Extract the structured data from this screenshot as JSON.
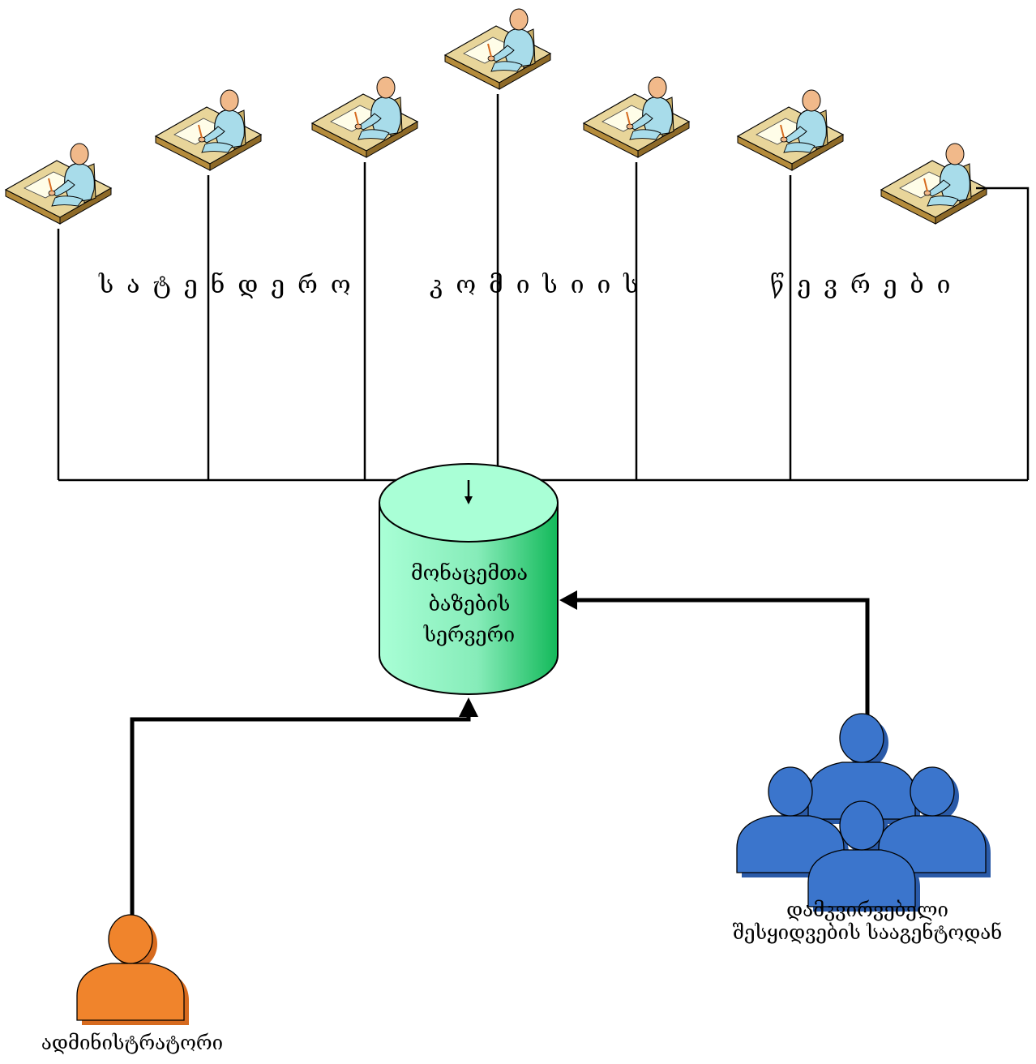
{
  "banner": {
    "word1": "სატენდერო",
    "word2": "კომისიის",
    "word3": "წევრები"
  },
  "database": {
    "line1": "მონაცემთა",
    "line2": "ბაზების",
    "line3": "სერვერი"
  },
  "observer": {
    "line1": "დამკვირვებელი",
    "line2": "შესყიდვების სააგენტოდან"
  },
  "admin": {
    "label": "ადმინისტრატორი"
  },
  "colors": {
    "db_green_light": "#a9ffd6",
    "db_green_dark": "#13b95a",
    "admin_orange": "#f0842c",
    "observer_blue": "#3b75cc",
    "desk_tan": "#e8d59a",
    "person_skin": "#f1b98a",
    "person_shirt": "#a8dcea"
  },
  "icons": {
    "workstation": "person-at-desk-icon",
    "database": "database-cylinder-icon",
    "group": "user-group-icon",
    "user": "user-icon"
  }
}
